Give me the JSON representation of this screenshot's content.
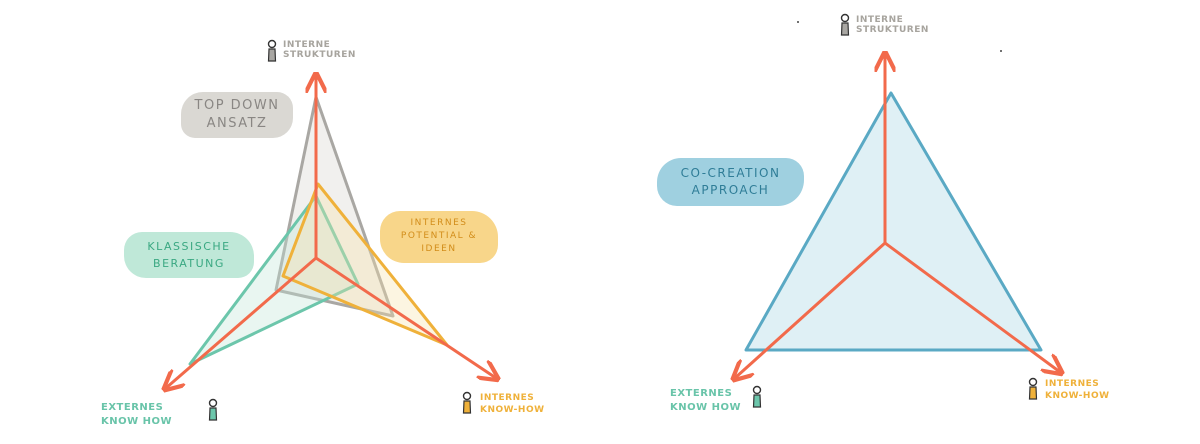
{
  "axes": {
    "top": [
      "INTERNE",
      "STRUKTUREN"
    ],
    "left": [
      "EXTERNES",
      "KNOW HOW"
    ],
    "right": [
      "INTERNES",
      "KNOW-HOW"
    ]
  },
  "labels": {
    "top_down": [
      "TOP DOWN",
      "ANSATZ"
    ],
    "klassische": [
      "KLASSISCHE",
      "BERATUNG"
    ],
    "internes_potential": [
      "INTERNES",
      "POTENTIAL &",
      "IDEEN"
    ],
    "co_creation": [
      "CO-CREATION",
      "APPROACH"
    ]
  },
  "colors": {
    "axis": "#f26a4b",
    "top_down": "#a9a7a3",
    "klassische": "#6cc6ab",
    "internes_potential": "#efb13a",
    "co_creation": "#5aa9c4",
    "co_creation_fill": "#dff0f5",
    "person_gray": "#a9a7a3",
    "person_teal": "#6cc6ab",
    "person_yellow": "#efb13a"
  },
  "icons": [
    "person-icon"
  ]
}
